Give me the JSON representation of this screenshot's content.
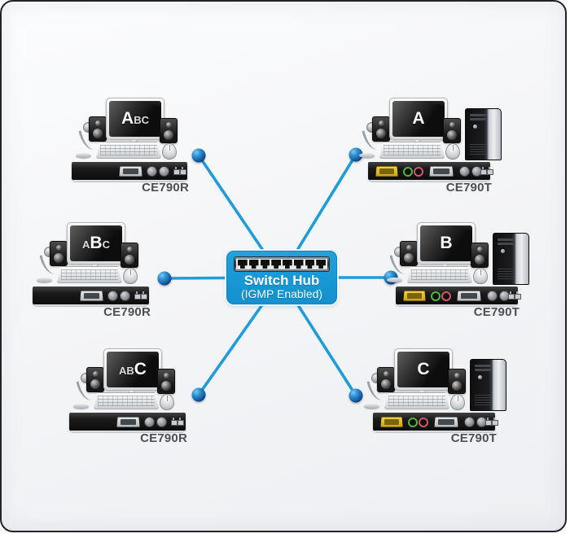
{
  "diagram": {
    "hub": {
      "title": "Switch Hub",
      "subtitle": "(IGMP Enabled)"
    },
    "stations": [
      {
        "label": "CE790R",
        "role": "receiver",
        "screen": [
          "A",
          "BC"
        ]
      },
      {
        "label": "CE790R",
        "role": "receiver",
        "screen": [
          "A",
          "B",
          "C"
        ]
      },
      {
        "label": "CE790R",
        "role": "receiver",
        "screen": [
          "AB",
          "C"
        ]
      },
      {
        "label": "CE790T",
        "role": "transmitter",
        "screen": [
          "A"
        ]
      },
      {
        "label": "CE790T",
        "role": "transmitter",
        "screen": [
          "B"
        ]
      },
      {
        "label": "CE790T",
        "role": "transmitter",
        "screen": [
          "C"
        ]
      }
    ],
    "colors": {
      "hub_blue": "#189ad5",
      "line_blue": "#1f9cd9",
      "node_blue_light": "#7cc7ef",
      "node_blue_dark": "#123a70",
      "label_gray": "#4d4f52",
      "card_border": "#212326"
    }
  }
}
